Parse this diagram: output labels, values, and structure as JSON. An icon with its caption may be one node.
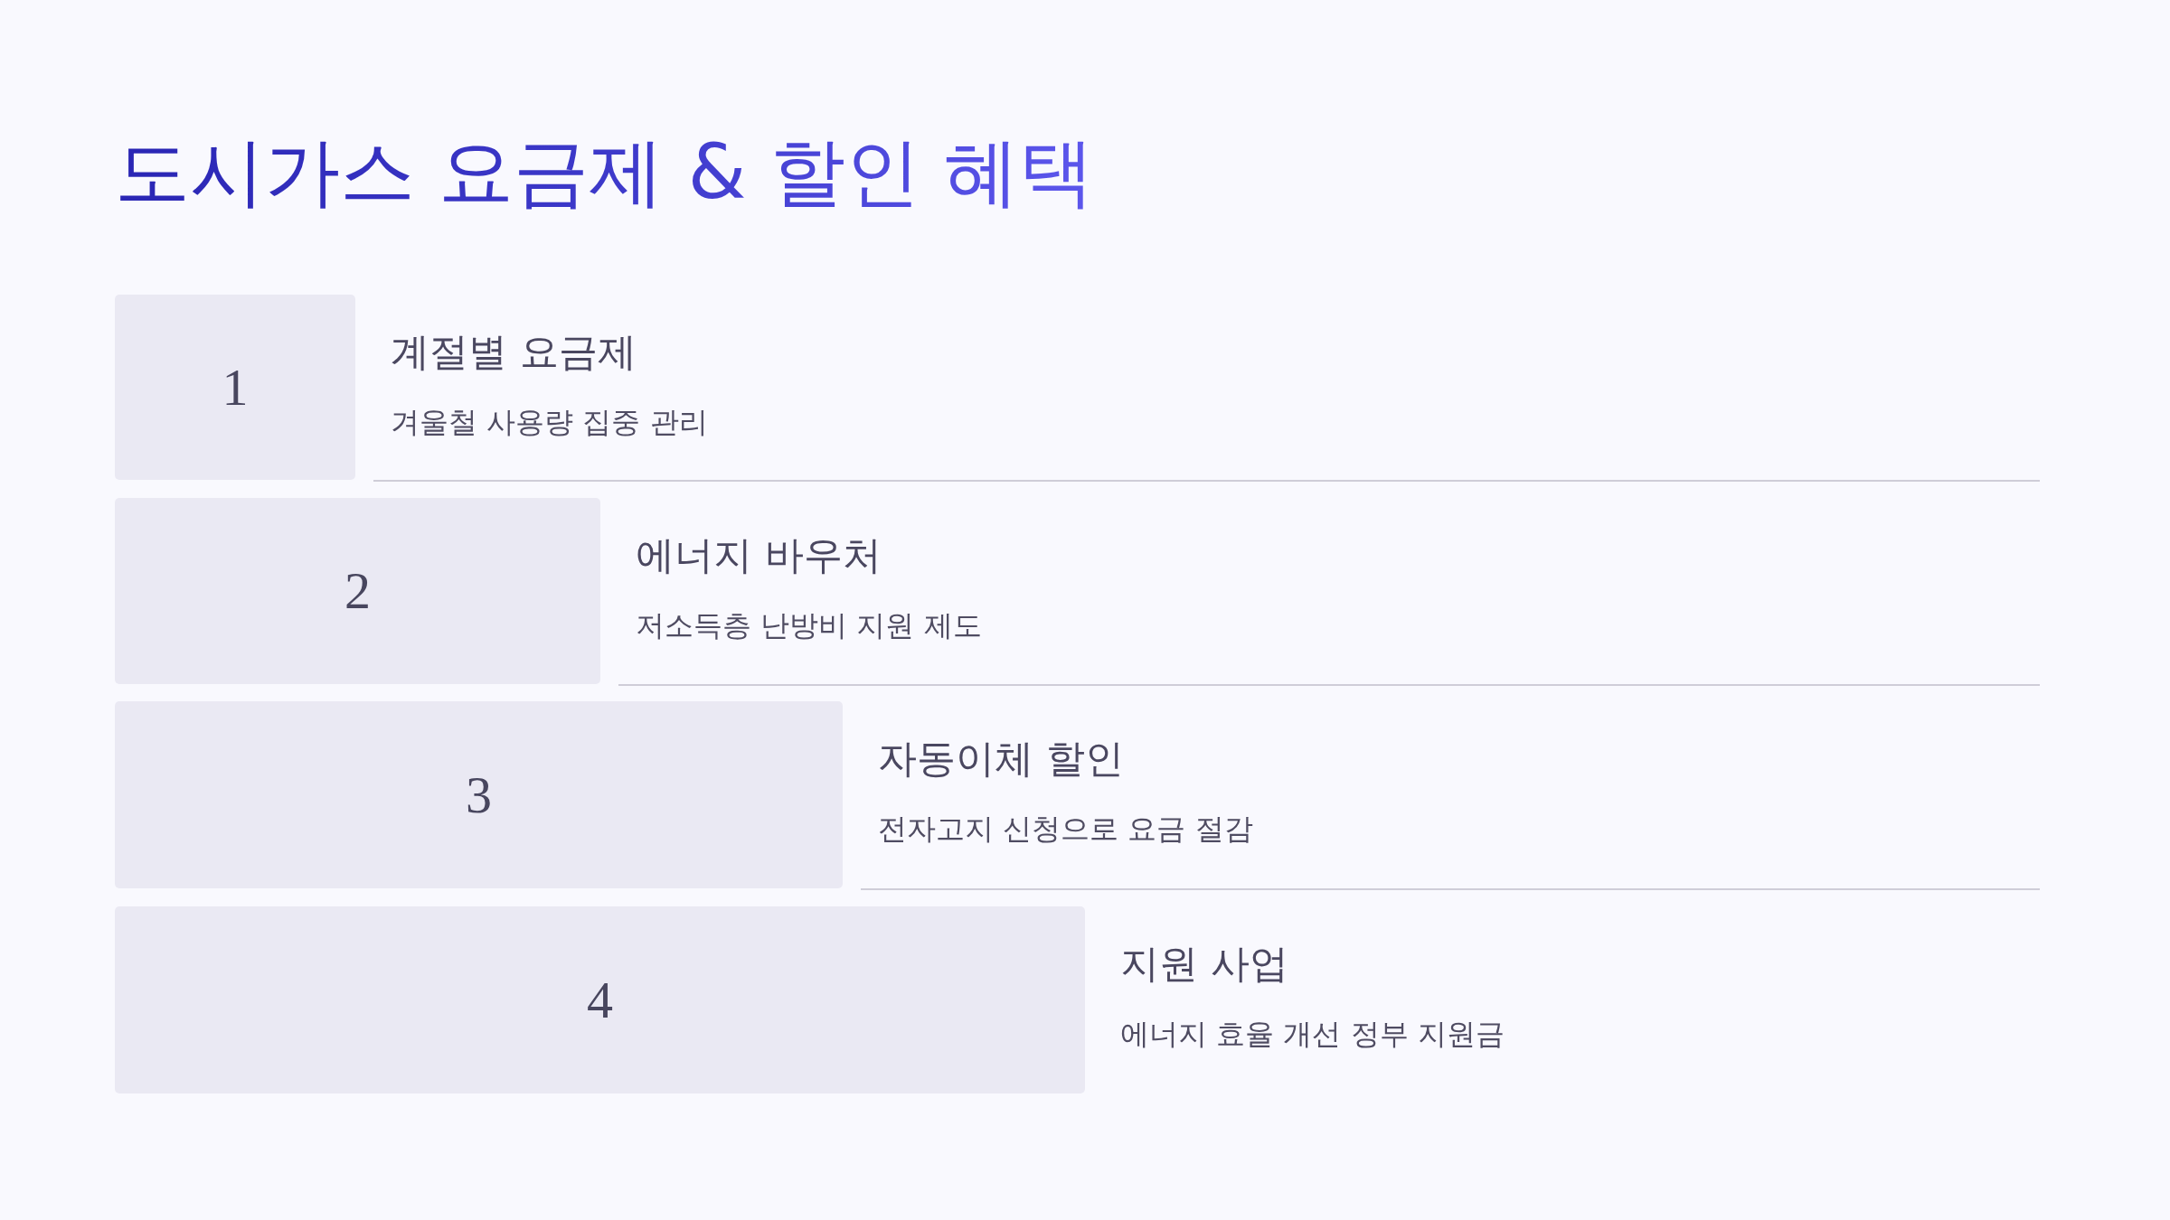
{
  "diagram": {
    "title": "도시가스 요금제 & 할인 혜택",
    "nodes": [
      {
        "text": [
          "1"
        ],
        "beside": [
          "계절별 요금제",
          "겨울철 사용량 집중 관리"
        ]
      },
      {
        "text": [
          "2"
        ],
        "beside": [
          "에너지 바우처",
          "저소득층 난방비 지원 제도"
        ]
      },
      {
        "text": [
          "3"
        ],
        "beside": [
          "자동이체 할인",
          "전자고지 신청으로 요금 절감"
        ]
      },
      {
        "text": [
          "4"
        ],
        "beside": [
          "지원 사업",
          "에너지 효율 개선 정부 지원금"
        ]
      }
    ],
    "edges": []
  }
}
